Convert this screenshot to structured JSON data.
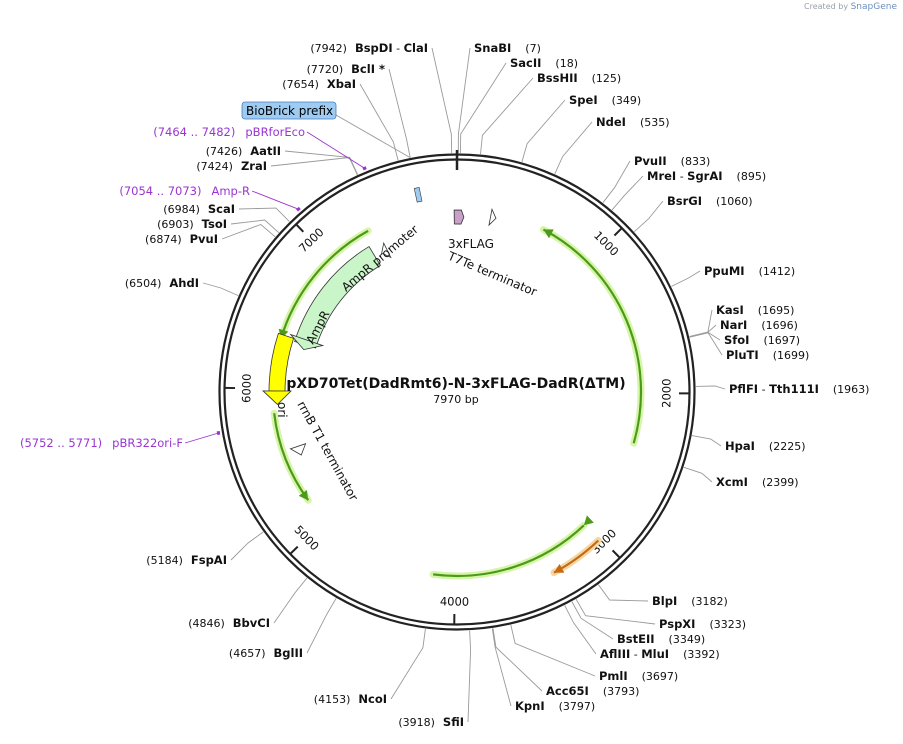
{
  "app": {
    "credit_prefix": "Created by",
    "credit_brand": "SnapGene"
  },
  "plasmid": {
    "name": "pXD70Tet(DadRmt6)-N-3xFLAG-DadR(ΔTM)",
    "length_label": "7970 bp",
    "length": 7970
  },
  "ticks": [
    {
      "pos": 1000,
      "label": "1000"
    },
    {
      "pos": 2000,
      "label": "2000"
    },
    {
      "pos": 3000,
      "label": "3000"
    },
    {
      "pos": 4000,
      "label": "4000"
    },
    {
      "pos": 5000,
      "label": "5000"
    },
    {
      "pos": 6000,
      "label": "6000"
    },
    {
      "pos": 7000,
      "label": "7000"
    }
  ],
  "enzymes": [
    {
      "side": "L",
      "pos": 7942,
      "names": [
        "BspDI",
        "ClaI"
      ],
      "poslabel": "(7942)"
    },
    {
      "side": "L",
      "pos": 7720,
      "names": [
        "BclI *"
      ],
      "poslabel": "(7720)"
    },
    {
      "side": "L",
      "pos": 7654,
      "names": [
        "XbaI"
      ],
      "poslabel": "(7654)"
    },
    {
      "side": "L",
      "pos": 7426,
      "names": [
        "AatII"
      ],
      "poslabel": "(7426)"
    },
    {
      "side": "L",
      "pos": 7424,
      "names": [
        "ZraI"
      ],
      "poslabel": "(7424)"
    },
    {
      "side": "L",
      "pos": 6984,
      "names": [
        "ScaI"
      ],
      "poslabel": "(6984)"
    },
    {
      "side": "L",
      "pos": 6903,
      "names": [
        "TsoI"
      ],
      "poslabel": "(6903)"
    },
    {
      "side": "L",
      "pos": 6874,
      "names": [
        "PvuI"
      ],
      "poslabel": "(6874)"
    },
    {
      "side": "L",
      "pos": 6504,
      "names": [
        "AhdI"
      ],
      "poslabel": "(6504)"
    },
    {
      "side": "L",
      "pos": 5184,
      "names": [
        "FspAI"
      ],
      "poslabel": "(5184)"
    },
    {
      "side": "L",
      "pos": 4846,
      "names": [
        "BbvCI"
      ],
      "poslabel": "(4846)"
    },
    {
      "side": "L",
      "pos": 4657,
      "names": [
        "BglII"
      ],
      "poslabel": "(4657)"
    },
    {
      "side": "L",
      "pos": 4153,
      "names": [
        "NcoI"
      ],
      "poslabel": "(4153)"
    },
    {
      "side": "L",
      "pos": 3918,
      "names": [
        "SfiI"
      ],
      "poslabel": "(3918)"
    },
    {
      "side": "R",
      "pos": 7,
      "names": [
        "SnaBI"
      ],
      "poslabel": "(7)"
    },
    {
      "side": "R",
      "pos": 18,
      "names": [
        "SacII"
      ],
      "poslabel": "(18)"
    },
    {
      "side": "R",
      "pos": 125,
      "names": [
        "BssHII"
      ],
      "poslabel": "(125)"
    },
    {
      "side": "R",
      "pos": 349,
      "names": [
        "SpeI"
      ],
      "poslabel": "(349)"
    },
    {
      "side": "R",
      "pos": 535,
      "names": [
        "NdeI"
      ],
      "poslabel": "(535)"
    },
    {
      "side": "R",
      "pos": 833,
      "names": [
        "PvuII"
      ],
      "poslabel": "(833)"
    },
    {
      "side": "R",
      "pos": 895,
      "names": [
        "MreI",
        "SgrAI"
      ],
      "poslabel": "(895)"
    },
    {
      "side": "R",
      "pos": 1060,
      "names": [
        "BsrGI"
      ],
      "poslabel": "(1060)"
    },
    {
      "side": "R",
      "pos": 1412,
      "names": [
        "PpuMI"
      ],
      "poslabel": "(1412)"
    },
    {
      "side": "R",
      "pos": 1695,
      "names": [
        "KasI"
      ],
      "poslabel": "(1695)"
    },
    {
      "side": "R",
      "pos": 1696,
      "names": [
        "NarI"
      ],
      "poslabel": "(1696)"
    },
    {
      "side": "R",
      "pos": 1697,
      "names": [
        "SfoI"
      ],
      "poslabel": "(1697)"
    },
    {
      "side": "R",
      "pos": 1699,
      "names": [
        "PluTI"
      ],
      "poslabel": "(1699)"
    },
    {
      "side": "R",
      "pos": 1963,
      "names": [
        "PflFI",
        "Tth111I"
      ],
      "poslabel": "(1963)"
    },
    {
      "side": "R",
      "pos": 2225,
      "names": [
        "HpaI"
      ],
      "poslabel": "(2225)"
    },
    {
      "side": "R",
      "pos": 2399,
      "names": [
        "XcmI"
      ],
      "poslabel": "(2399)"
    },
    {
      "side": "R",
      "pos": 3182,
      "names": [
        "BlpI"
      ],
      "poslabel": "(3182)"
    },
    {
      "side": "R",
      "pos": 3323,
      "names": [
        "PspXI"
      ],
      "poslabel": "(3323)"
    },
    {
      "side": "R",
      "pos": 3349,
      "names": [
        "BstEII"
      ],
      "poslabel": "(3349)"
    },
    {
      "side": "R",
      "pos": 3392,
      "names": [
        "AflIII",
        "MluI"
      ],
      "poslabel": "(3392)"
    },
    {
      "side": "R",
      "pos": 3697,
      "names": [
        "PmlI"
      ],
      "poslabel": "(3697)"
    },
    {
      "side": "R",
      "pos": 3793,
      "names": [
        "Acc65I"
      ],
      "poslabel": "(3793)"
    },
    {
      "side": "R",
      "pos": 3797,
      "names": [
        "KpnI"
      ],
      "poslabel": "(3797)"
    }
  ],
  "primers": [
    {
      "start": 7464,
      "end": 7482,
      "range": "(7464 .. 7482)",
      "name": "pBRforEco"
    },
    {
      "start": 7054,
      "end": 7073,
      "range": "(7054 .. 7073)",
      "name": "Amp-R"
    },
    {
      "start": 5752,
      "end": 5771,
      "range": "(5752 .. 5771)",
      "name": "pBR322ori-F"
    }
  ],
  "boxed_label": {
    "text": "BioBrick prefix",
    "fill": "#9ecbf2",
    "stroke": "#4a7fc0"
  },
  "features": {
    "amp_promoter": "AmpR promoter",
    "ampr": "AmpR",
    "ori": "ori",
    "rrnb": "rrnB T1 terminator",
    "flag": "3xFLAG",
    "t7te": "T7Te terminator"
  },
  "colors": {
    "backbone": "#222222",
    "arc_green": "#4c9a1c",
    "arc_glow": "#d6f5a8",
    "arc_orange": "#c56a12",
    "arc_orange_glow": "#f6d7a4",
    "ampr_fill": "#c9f5c9",
    "ori_fill": "#ffff00",
    "flag_fill": "#c8a0c8",
    "primer": "#9a35d0"
  }
}
